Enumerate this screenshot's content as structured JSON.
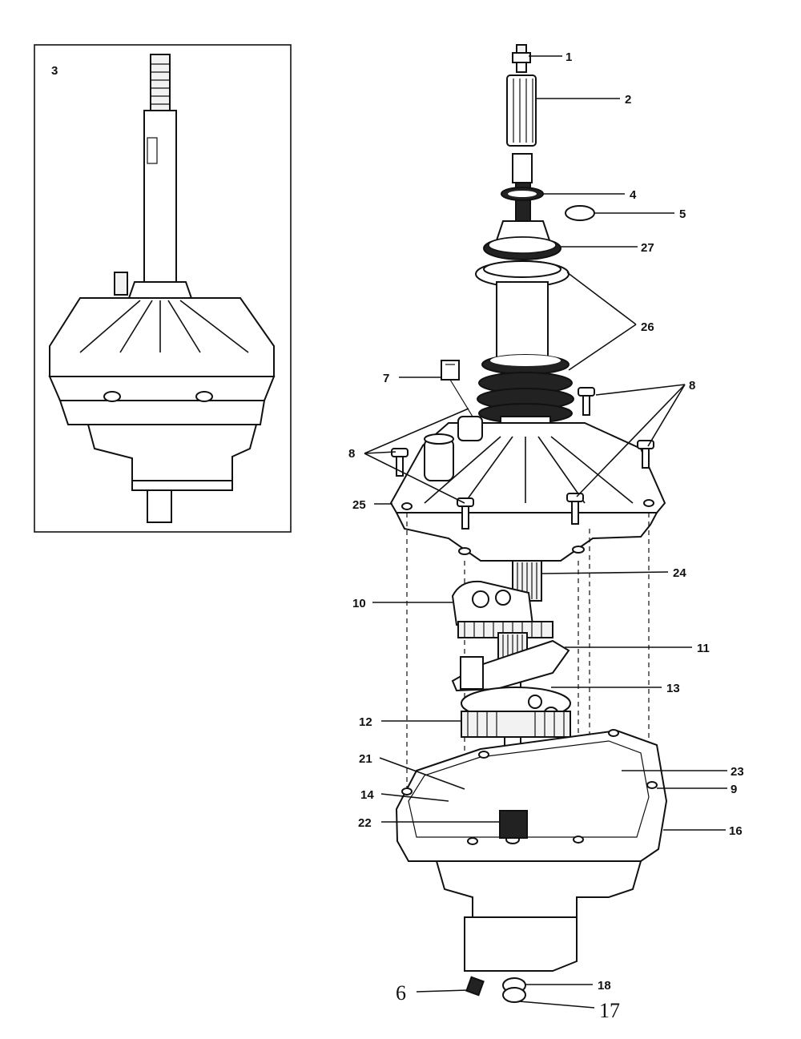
{
  "inset": {
    "label": "3"
  },
  "callouts": [
    {
      "id": "c1",
      "text": "1"
    },
    {
      "id": "c2",
      "text": "2"
    },
    {
      "id": "c4",
      "text": "4"
    },
    {
      "id": "c5",
      "text": "5"
    },
    {
      "id": "c27",
      "text": "27"
    },
    {
      "id": "c26a",
      "text": "26"
    },
    {
      "id": "c7",
      "text": "7"
    },
    {
      "id": "c8r",
      "text": "8"
    },
    {
      "id": "c8l",
      "text": "8"
    },
    {
      "id": "c25",
      "text": "25"
    },
    {
      "id": "c24",
      "text": "24"
    },
    {
      "id": "c10",
      "text": "10"
    },
    {
      "id": "c11",
      "text": "11"
    },
    {
      "id": "c13",
      "text": "13"
    },
    {
      "id": "c12",
      "text": "12"
    },
    {
      "id": "c21",
      "text": "21"
    },
    {
      "id": "c23",
      "text": "23"
    },
    {
      "id": "c14",
      "text": "14"
    },
    {
      "id": "c9",
      "text": "9"
    },
    {
      "id": "c22",
      "text": "22"
    },
    {
      "id": "c16",
      "text": "16"
    },
    {
      "id": "c18",
      "text": "18"
    },
    {
      "id": "c6",
      "text": "6"
    },
    {
      "id": "c17",
      "text": "17"
    }
  ]
}
